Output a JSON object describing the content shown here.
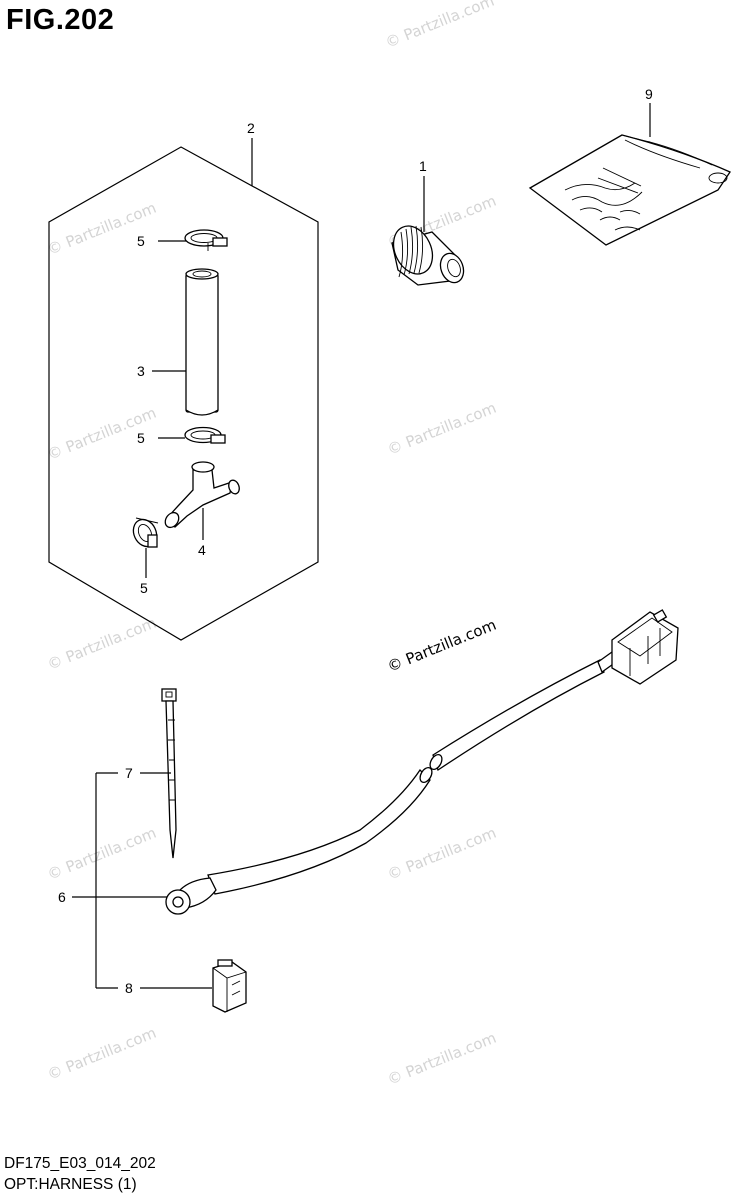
{
  "figure": {
    "title": "FIG.202",
    "code": "DF175_E03_014_202",
    "name": "OPT:HARNESS (1)"
  },
  "watermark": "© Partzilla.com",
  "callouts": [
    "1",
    "2",
    "3",
    "4",
    "5",
    "5",
    "5",
    "6",
    "7",
    "8",
    "9"
  ]
}
